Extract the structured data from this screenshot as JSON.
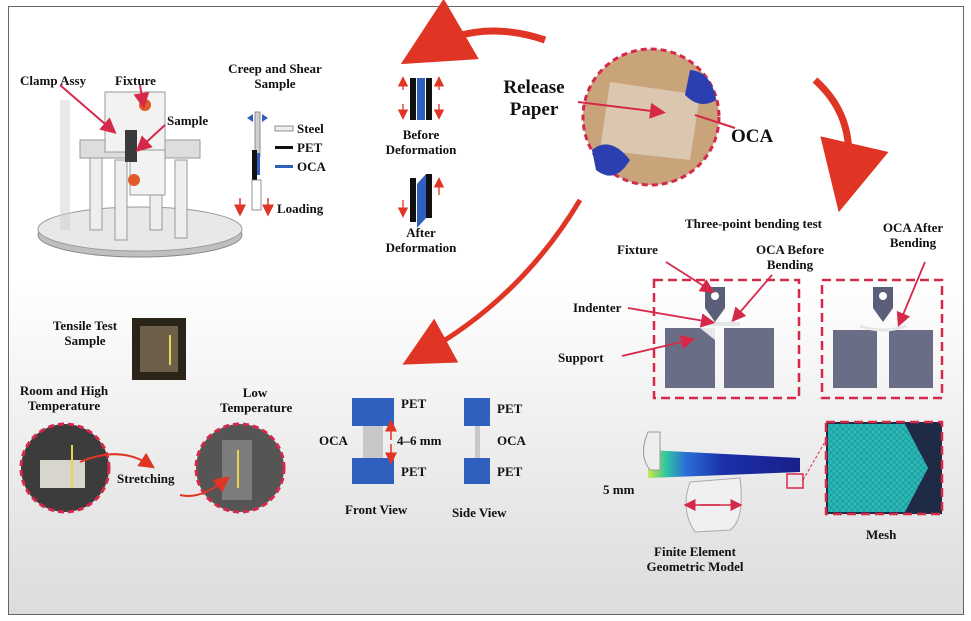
{
  "colors": {
    "arrow": "#e03524",
    "blue": "#2f5fbf",
    "dash": "#d6294a",
    "photo_dark": "#4a4a4a"
  },
  "top_left": {
    "clamp_assy": "Clamp Assy",
    "fixture": "Fixture",
    "sample": "Sample"
  },
  "creep": {
    "title_line1": "Creep and Shear",
    "title_line2": "Sample",
    "steel": "Steel",
    "pet": "PET",
    "oca": "OCA",
    "loading": "Loading"
  },
  "deform": {
    "before_line1": "Before",
    "before_line2": "Deformation",
    "after_line1": "After",
    "after_line2": "Deformation"
  },
  "release": {
    "line1": "Release",
    "line2": "Paper"
  },
  "oca_label": "OCA",
  "bending": {
    "title": "Three-point bending test",
    "fixture": "Fixture",
    "indenter": "Indenter",
    "support": "Support",
    "oca_before_line1": "OCA Before",
    "oca_before_line2": "Bending",
    "oca_after_line1": "OCA After",
    "oca_after_line2": "Bending"
  },
  "tensile": {
    "sample_line1": "Tensile Test",
    "sample_line2": "Sample",
    "room_line1": "Room and High",
    "room_line2": "Temperature",
    "low_line1": "Low",
    "low_line2": "Temperature",
    "stretching": "Stretching"
  },
  "views": {
    "pet_top": "PET",
    "pet_bottom": "PET",
    "oca": "OCA",
    "dimension": "4–6 mm",
    "front": "Front View",
    "side_pet_top": "PET",
    "side_oca": "OCA",
    "side_pet_bottom": "PET",
    "side": "Side View"
  },
  "fem": {
    "thickness": "5 mm",
    "model_line1": "Finite Element",
    "model_line2": "Geometric Model",
    "mesh": "Mesh"
  }
}
